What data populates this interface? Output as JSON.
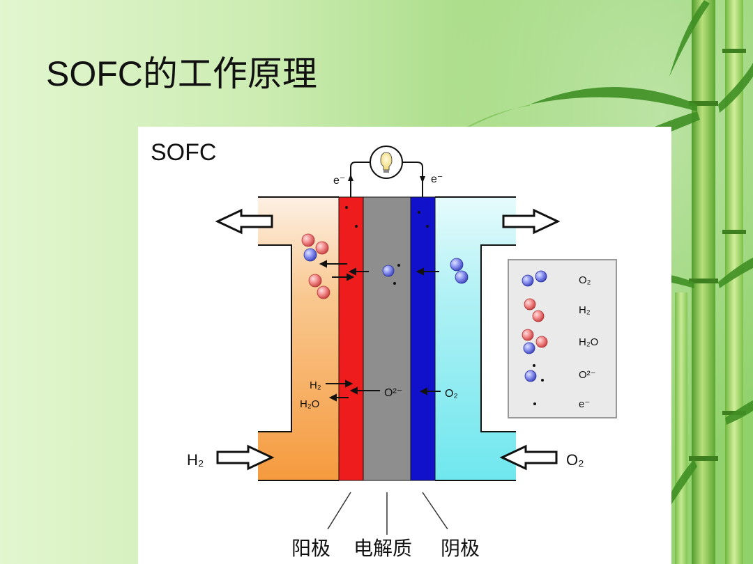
{
  "slide": {
    "title": "SOFC的工作原理"
  },
  "diagram": {
    "heading": "SOFC",
    "electron_left": "e⁻",
    "electron_right": "e⁻",
    "anode_in_h2": "H₂",
    "anode_out_h2o": "H₂O",
    "oxide_ion": "O²⁻",
    "cathode_o2": "O₂",
    "inlet_left": "H₂",
    "inlet_right": "O₂",
    "label_anode": "阳极",
    "label_electrolyte": "电解质",
    "label_cathode": "阴极",
    "colors": {
      "anode_layer": "#ee1c1c",
      "electrolyte": "#8e8e8e",
      "cathode_layer": "#1111cc",
      "fuel_chamber": "#f6a04a",
      "air_chamber": "#7fe8ee"
    }
  },
  "legend": {
    "items": [
      {
        "symbol": "o2-molecule-icon",
        "label": "O₂"
      },
      {
        "symbol": "h2-molecule-icon",
        "label": "H₂"
      },
      {
        "symbol": "h2o-molecule-icon",
        "label": "H₂O"
      },
      {
        "symbol": "oxide-ion-icon",
        "label": "O²⁻"
      },
      {
        "symbol": "electron-icon",
        "label": "e⁻"
      }
    ]
  }
}
